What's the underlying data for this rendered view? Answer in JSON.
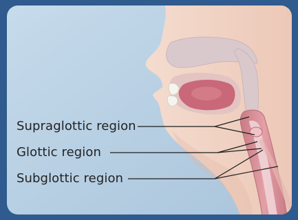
{
  "labels": {
    "supraglottic": "Supraglottic region",
    "glottic": "Glottic region",
    "subglottic": "Subglottic region"
  },
  "colors": {
    "border": "#2f5b8e",
    "panel_background": "#bcd3e6",
    "skin": "#f1d2c4",
    "cavity": "#d9c9cc",
    "airway": "#d88b93",
    "tongue": "#c96878",
    "tooth": "#f6f4ef",
    "leader_line": "#1e1e1e"
  }
}
